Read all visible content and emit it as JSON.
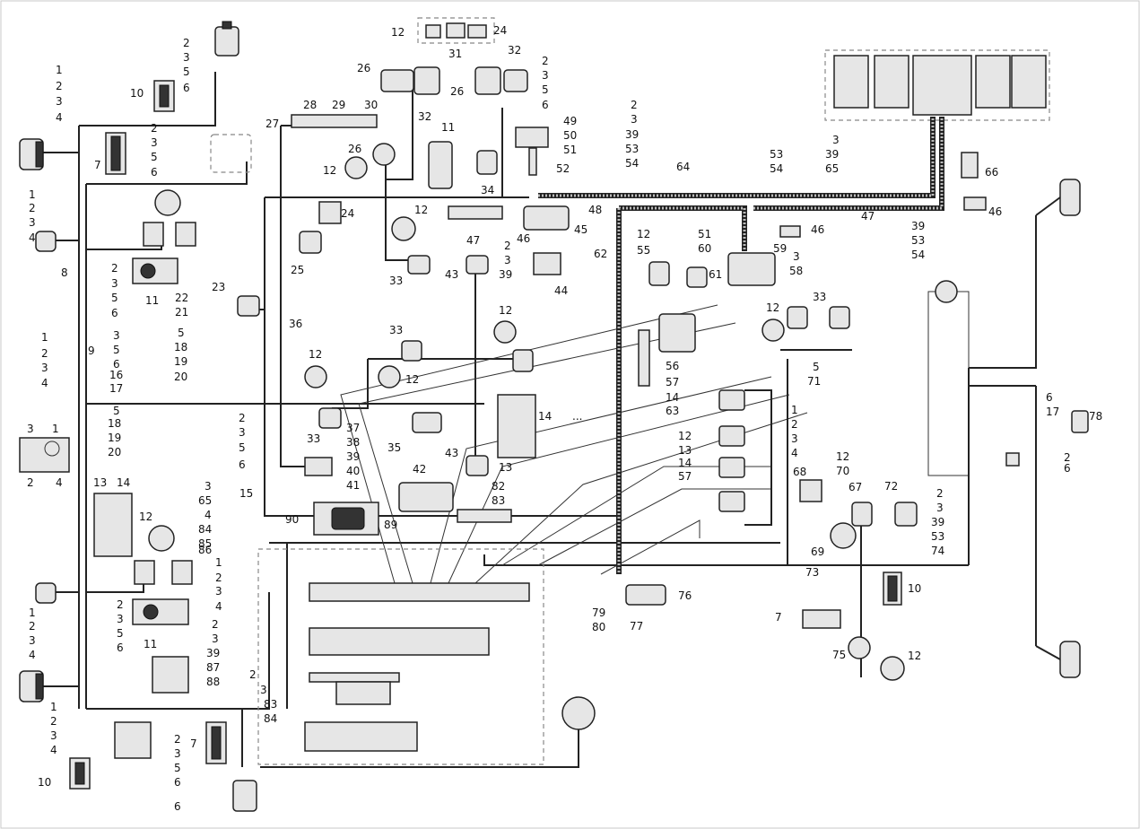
{
  "callouts": [
    {
      "id": "l1",
      "text": "1"
    },
    {
      "id": "l2",
      "text": "2"
    },
    {
      "id": "l3",
      "text": "3"
    },
    {
      "id": "l4",
      "text": "4"
    },
    {
      "id": "l5",
      "text": "5"
    },
    {
      "id": "l6",
      "text": "6"
    },
    {
      "id": "l7",
      "text": "7"
    },
    {
      "id": "l8",
      "text": "8"
    },
    {
      "id": "l9",
      "text": "9"
    },
    {
      "id": "l10",
      "text": "10"
    },
    {
      "id": "l11",
      "text": "11"
    },
    {
      "id": "l12",
      "text": "12"
    },
    {
      "id": "l13",
      "text": "13"
    },
    {
      "id": "l14",
      "text": "14"
    },
    {
      "id": "l15",
      "text": "15"
    },
    {
      "id": "l16",
      "text": "16"
    },
    {
      "id": "l17",
      "text": "17"
    },
    {
      "id": "l18",
      "text": "18"
    },
    {
      "id": "l19",
      "text": "19"
    },
    {
      "id": "l20",
      "text": "20"
    },
    {
      "id": "l21",
      "text": "21"
    },
    {
      "id": "l22",
      "text": "22"
    },
    {
      "id": "l23",
      "text": "23"
    },
    {
      "id": "l24",
      "text": "24"
    },
    {
      "id": "l25",
      "text": "25"
    },
    {
      "id": "l26",
      "text": "26"
    },
    {
      "id": "l27",
      "text": "27"
    },
    {
      "id": "l28",
      "text": "28"
    },
    {
      "id": "l29",
      "text": "29"
    },
    {
      "id": "l30",
      "text": "30"
    },
    {
      "id": "l31",
      "text": "31"
    },
    {
      "id": "l32",
      "text": "32"
    },
    {
      "id": "l33",
      "text": "33"
    },
    {
      "id": "l34",
      "text": "34"
    },
    {
      "id": "l35",
      "text": "35"
    },
    {
      "id": "l36",
      "text": "36"
    },
    {
      "id": "l37",
      "text": "37"
    },
    {
      "id": "l38",
      "text": "38"
    },
    {
      "id": "l39",
      "text": "39"
    },
    {
      "id": "l40",
      "text": "40"
    },
    {
      "id": "l41",
      "text": "41"
    },
    {
      "id": "l42",
      "text": "42"
    },
    {
      "id": "l43",
      "text": "43"
    },
    {
      "id": "l44",
      "text": "44"
    },
    {
      "id": "l45",
      "text": "45"
    },
    {
      "id": "l46",
      "text": "46"
    },
    {
      "id": "l47",
      "text": "47"
    },
    {
      "id": "l48",
      "text": "48"
    },
    {
      "id": "l49",
      "text": "49"
    },
    {
      "id": "l50",
      "text": "50"
    },
    {
      "id": "l51",
      "text": "51"
    },
    {
      "id": "l52",
      "text": "52"
    },
    {
      "id": "l53",
      "text": "53"
    },
    {
      "id": "l54",
      "text": "54"
    },
    {
      "id": "l55",
      "text": "55"
    },
    {
      "id": "l56",
      "text": "56"
    },
    {
      "id": "l57",
      "text": "57"
    },
    {
      "id": "l58",
      "text": "58"
    },
    {
      "id": "l59",
      "text": "59"
    },
    {
      "id": "l60",
      "text": "60"
    },
    {
      "id": "l61",
      "text": "61"
    },
    {
      "id": "l62",
      "text": "62"
    },
    {
      "id": "l63",
      "text": "63"
    },
    {
      "id": "l64",
      "text": "64"
    },
    {
      "id": "l65",
      "text": "65"
    },
    {
      "id": "l66",
      "text": "66"
    },
    {
      "id": "l67",
      "text": "67"
    },
    {
      "id": "l68",
      "text": "68"
    },
    {
      "id": "l69",
      "text": "69"
    },
    {
      "id": "l70",
      "text": "70"
    },
    {
      "id": "l71",
      "text": "71"
    },
    {
      "id": "l72",
      "text": "72"
    },
    {
      "id": "l73",
      "text": "73"
    },
    {
      "id": "l74",
      "text": "74"
    },
    {
      "id": "l75",
      "text": "75"
    },
    {
      "id": "l76",
      "text": "76"
    },
    {
      "id": "l77",
      "text": "77"
    },
    {
      "id": "l78",
      "text": "78"
    },
    {
      "id": "l79",
      "text": "79"
    },
    {
      "id": "l80",
      "text": "80"
    },
    {
      "id": "l82",
      "text": "82"
    },
    {
      "id": "l83",
      "text": "83"
    },
    {
      "id": "l84",
      "text": "84"
    },
    {
      "id": "l85",
      "text": "85"
    },
    {
      "id": "l86",
      "text": "86"
    },
    {
      "id": "l87",
      "text": "87"
    },
    {
      "id": "l88",
      "text": "88"
    },
    {
      "id": "l89",
      "text": "89"
    },
    {
      "id": "l90",
      "text": "90"
    },
    {
      "id": "dots",
      "text": "..."
    }
  ]
}
